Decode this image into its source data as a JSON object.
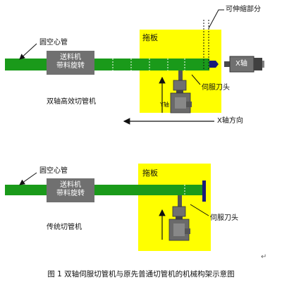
{
  "top": {
    "hollow_tube_label": "圆空心管",
    "feeder_line1": "送料机",
    "feeder_line2": "带料旋转",
    "carriage_label": "拖板",
    "telescopic_label": "可伸缩部分",
    "servo_cutter_label": "伺服刀头",
    "y_axis_label": "Y轴",
    "x_motor_label": "X轴",
    "x_direction_label": "X轴方向",
    "machine_label": "双轴高效切管机"
  },
  "bottom": {
    "hollow_tube_label": "圆空心管",
    "feeder_line1": "送料机",
    "feeder_line2": "带料旋转",
    "carriage_label": "拖板",
    "servo_cutter_label": "伺服刀头",
    "machine_label": "传统切管机"
  },
  "return_mark": "↵",
  "caption": "图 1 双轴伺服切管机与原先普通切管机的机械构架示意图",
  "colors": {
    "tube": "#1a9a1a",
    "carriage": "#ffff00",
    "feeder": "#707070",
    "blade": "#1a1a7a"
  }
}
